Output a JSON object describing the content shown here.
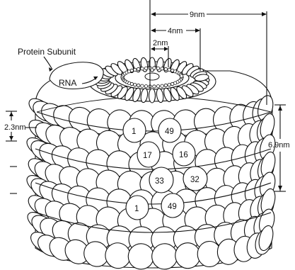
{
  "labels": {
    "protein_subunit": "Protein Subunit",
    "rna": "RNA"
  },
  "dimensions": {
    "outer_diameter": "9nm",
    "inner_diameter": "4nm",
    "core_diameter": "2nm",
    "pitch": "2.3nm",
    "turn_height": "6.9nm"
  },
  "subunit_numbers": [
    "1",
    "49",
    "17",
    "16",
    "33",
    "32",
    "1",
    "49"
  ],
  "colors": {
    "ink": "#111111",
    "paper": "#ffffff"
  }
}
